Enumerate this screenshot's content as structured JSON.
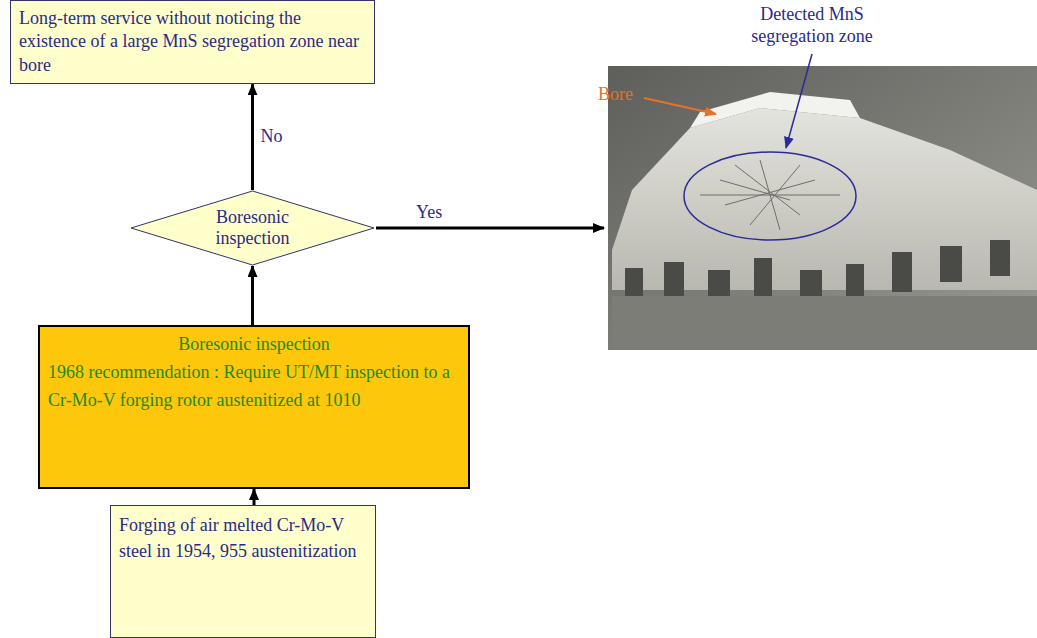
{
  "diagram": {
    "nodes": [
      {
        "text": [
          "Long-term service without noticing the existence of a large MnS segregation zone near bore"
        ]
      },
      {
        "text": [
          "Boresonic inspection"
        ]
      },
      {
        "text": [
          "Boresonic inspection",
          "1968 recommendation : Require UT/MT inspection to a Cr-Mo-V forging rotor austenitized at 1010"
        ]
      },
      {
        "text": [
          "Forging of air melted Cr-Mo-V steel in 1954, 955 austenitization"
        ]
      }
    ],
    "edges": [
      {
        "from": 3,
        "to": 2,
        "arrow": "to"
      },
      {
        "from": 2,
        "to": 1,
        "arrow": "to"
      },
      {
        "from": 1,
        "to": 0,
        "label": "No",
        "arrow": "to"
      }
    ],
    "labels": [
      "Yes",
      "Bore",
      "Detected MnS segregation zone"
    ]
  }
}
